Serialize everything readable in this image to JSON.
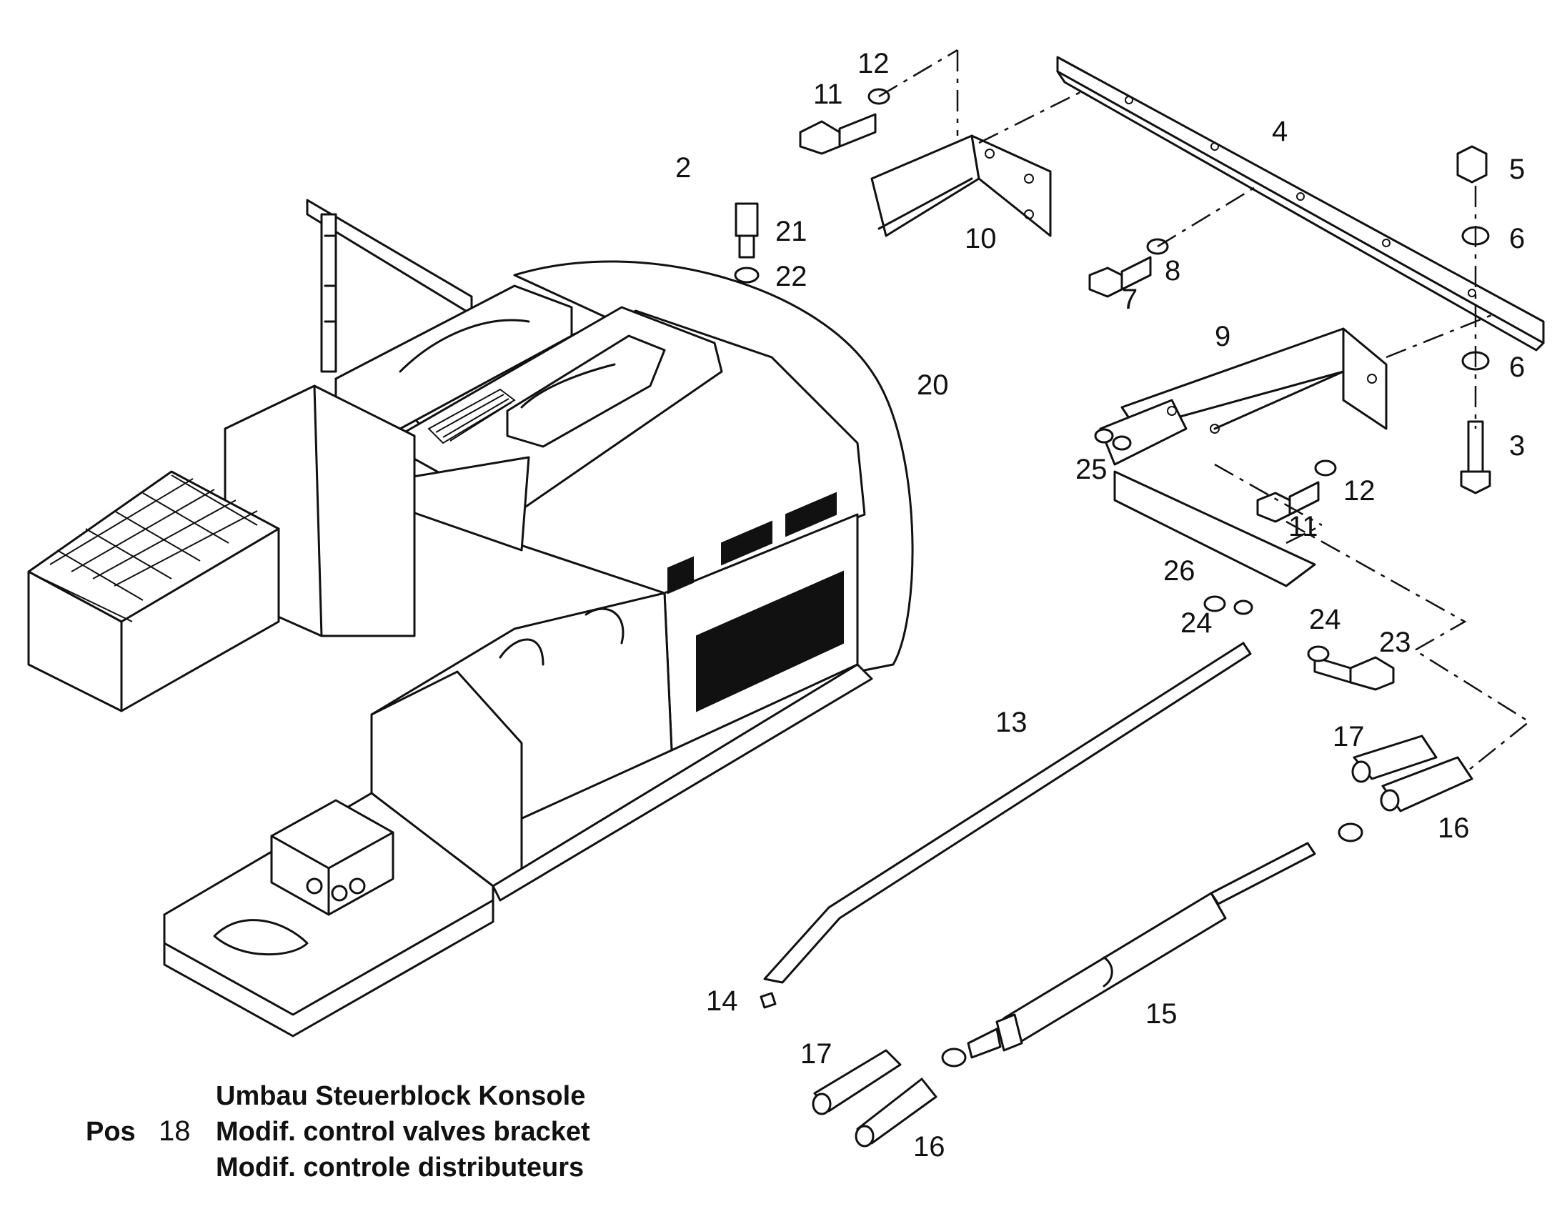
{
  "part_labels": [
    "11",
    "12",
    "2",
    "21",
    "22",
    "20",
    "10",
    "4",
    "5",
    "6",
    "6",
    "3",
    "7",
    "8",
    "9",
    "25",
    "11",
    "12",
    "26",
    "24",
    "24",
    "23",
    "13",
    "17",
    "16",
    "14",
    "15",
    "17",
    "16"
  ],
  "caption": {
    "pos_word": "Pos",
    "pos_number": "18",
    "line_de": "Umbau Steuerblock Konsole",
    "line_en": "Modif. control valves bracket",
    "line_fr": "Modif. controle distributeurs"
  }
}
